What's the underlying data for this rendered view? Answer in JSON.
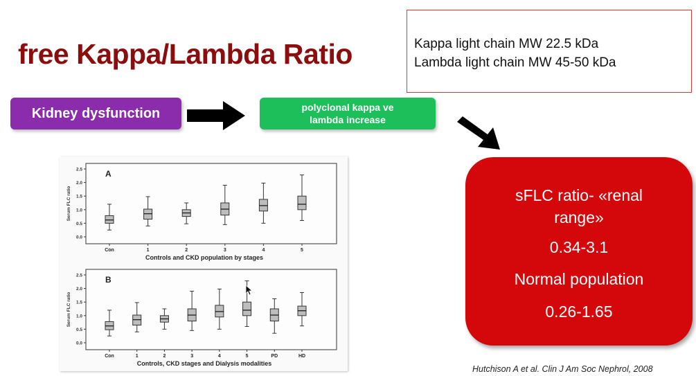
{
  "slide": {
    "title": "free Kappa/Lambda Ratio",
    "mw_box": {
      "line1": "Kappa light chain MW 22.5 kDa",
      "line2": "Lambda light chain MW 45-50 kDa"
    },
    "kidney_pill": "Kidney dysfunction",
    "increase_pill": {
      "line1": "polyclonal kappa ve",
      "line2": "lambda increase"
    },
    "red_box": {
      "line1": "sFLC ratio- «renal",
      "line2": "range»",
      "line3": "0.34-3.1",
      "line4": "Normal population",
      "line5": "0.26-1.65"
    },
    "citation": "Hutchison A et al. Clin J Am Soc Nephrol, 2008",
    "colors": {
      "title": "#8b0d0d",
      "purple": "#8a2cab",
      "green": "#1dbf5a",
      "red": "#d4070a"
    },
    "icons": [
      "right-arrow-icon",
      "down-right-arrow-icon",
      "mouse-cursor-icon"
    ]
  },
  "chart_data": [
    {
      "type": "box",
      "panel_label": "A",
      "ylabel": "Serum FLC ratio",
      "xlabel": "Controls and CKD population by stages",
      "categories": [
        "Con",
        "1",
        "2",
        "3",
        "4",
        "5"
      ],
      "yticks": [
        "0.0",
        "0.5",
        "1.0",
        "1.5",
        "2.0",
        "2.5"
      ],
      "ylim": [
        0,
        2.5
      ],
      "boxes": [
        {
          "min": 0.25,
          "q1": 0.5,
          "median": 0.62,
          "q3": 0.78,
          "max": 1.2
        },
        {
          "min": 0.4,
          "q1": 0.65,
          "median": 0.85,
          "q3": 1.02,
          "max": 1.48
        },
        {
          "min": 0.48,
          "q1": 0.75,
          "median": 0.88,
          "q3": 1.0,
          "max": 1.25
        },
        {
          "min": 0.45,
          "q1": 0.8,
          "median": 1.02,
          "q3": 1.25,
          "max": 1.9
        },
        {
          "min": 0.5,
          "q1": 0.95,
          "median": 1.15,
          "q3": 1.38,
          "max": 1.98
        },
        {
          "min": 0.6,
          "q1": 1.0,
          "median": 1.2,
          "q3": 1.5,
          "max": 2.28
        }
      ]
    },
    {
      "type": "box",
      "panel_label": "B",
      "ylabel": "Serum FLC ratio",
      "xlabel": "Controls, CKD stages and Dialysis modalities",
      "categories": [
        "Con",
        "1",
        "2",
        "3",
        "4",
        "5",
        "PD",
        "HD"
      ],
      "yticks": [
        "0.0",
        "0.5",
        "1.0",
        "1.5",
        "2.0",
        "2.5"
      ],
      "ylim": [
        0,
        2.5
      ],
      "boxes": [
        {
          "min": 0.25,
          "q1": 0.48,
          "median": 0.62,
          "q3": 0.78,
          "max": 1.2
        },
        {
          "min": 0.4,
          "q1": 0.65,
          "median": 0.85,
          "q3": 1.02,
          "max": 1.48
        },
        {
          "min": 0.5,
          "q1": 0.76,
          "median": 0.88,
          "q3": 1.0,
          "max": 1.25
        },
        {
          "min": 0.45,
          "q1": 0.8,
          "median": 1.02,
          "q3": 1.25,
          "max": 1.9
        },
        {
          "min": 0.5,
          "q1": 0.95,
          "median": 1.15,
          "q3": 1.38,
          "max": 1.98
        },
        {
          "min": 0.6,
          "q1": 1.0,
          "median": 1.2,
          "q3": 1.5,
          "max": 2.28
        },
        {
          "min": 0.35,
          "q1": 0.8,
          "median": 1.02,
          "q3": 1.25,
          "max": 1.62
        },
        {
          "min": 0.62,
          "q1": 1.0,
          "median": 1.18,
          "q3": 1.35,
          "max": 1.85
        }
      ]
    }
  ]
}
